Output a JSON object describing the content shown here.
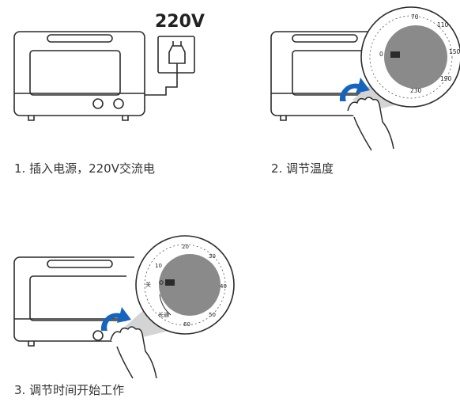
{
  "steps": [
    {
      "number": "1.",
      "text": "插入电源，220V交流电",
      "voltage": "220V"
    },
    {
      "number": "2.",
      "text": "调节温度",
      "dial_ticks": [
        "70",
        "110",
        "150",
        "190",
        "230",
        "0"
      ]
    },
    {
      "number": "3.",
      "text": "调节时间开始工作",
      "dial_ticks": [
        "10",
        "20",
        "30",
        "40",
        "50",
        "60"
      ],
      "off_label": "关",
      "on_label": "长通"
    }
  ],
  "colors": {
    "line": "#2b2b2b",
    "knob": "#8a8a8a",
    "arrow": "#1565c0",
    "beam": "#cfcfcf"
  }
}
